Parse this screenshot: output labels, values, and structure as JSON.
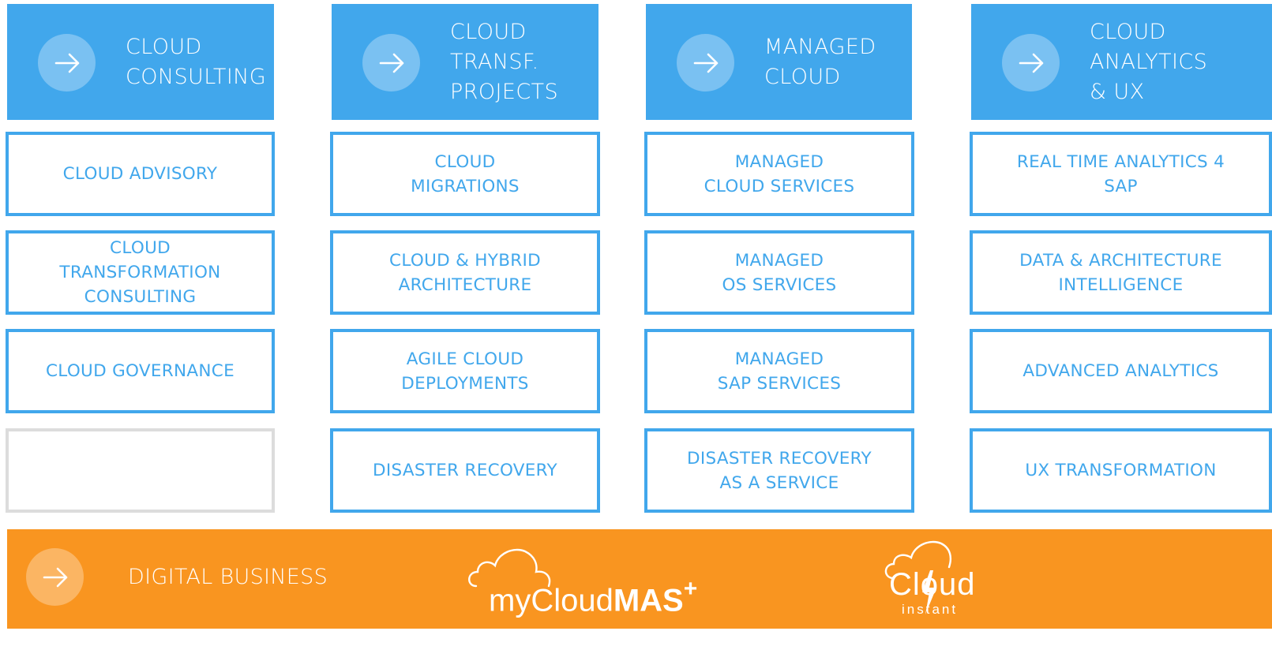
{
  "columns": [
    {
      "title": "CLOUD\nCONSULTING",
      "cards": [
        "CLOUD ADVISORY",
        "CLOUD\nTRANSFORMATION\nCONSULTING",
        "CLOUD GOVERNANCE",
        ""
      ]
    },
    {
      "title": "CLOUD\nTRANSF.\nPROJECTS",
      "cards": [
        "CLOUD\nMIGRATIONS",
        "CLOUD & HYBRID\nARCHITECTURE",
        "AGILE CLOUD\nDEPLOYMENTS",
        "DISASTER RECOVERY"
      ]
    },
    {
      "title": "MANAGED\nCLOUD",
      "cards": [
        "MANAGED\nCLOUD SERVICES",
        "MANAGED\nOS SERVICES",
        "MANAGED\nSAP SERVICES",
        "DISASTER RECOVERY\nAS A SERVICE"
      ]
    },
    {
      "title": "CLOUD\nANALYTICS\n& UX",
      "cards": [
        "REAL TIME ANALYTICS 4\nSAP",
        "DATA & ARCHITECTURE\nINTELLIGENCE",
        "ADVANCED ANALYTICS",
        "UX TRANSFORMATION"
      ]
    }
  ],
  "footer": {
    "label": "DIGITAL BUSINESS",
    "logo1": {
      "prefix": "myCloud",
      "bold": "MAS",
      "sup": "+"
    },
    "logo2": {
      "main": "Cloud",
      "sub": "instant"
    }
  },
  "colors": {
    "accent_blue": "#41a7ec",
    "accent_orange": "#f99520",
    "empty_border": "#dcdcdc"
  },
  "icons": {
    "header_arrow": "arrow-right-icon",
    "footer_arrow": "arrow-right-icon",
    "logo_cloud": "cloud-outline-icon",
    "logo_bolt": "lightning-bolt-icon"
  }
}
